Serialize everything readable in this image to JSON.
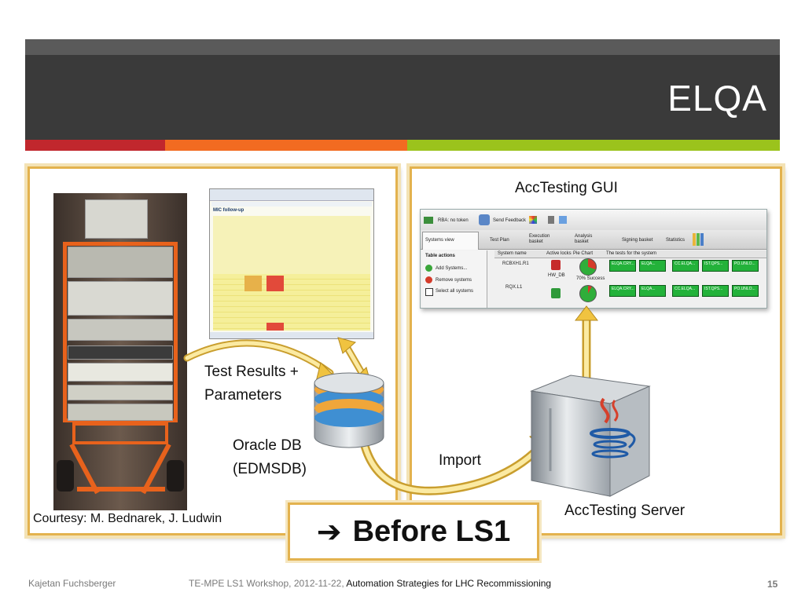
{
  "slide": {
    "title": "ELQA",
    "accent_colors": [
      "#c1272d",
      "#f26b21",
      "#9bc31c"
    ]
  },
  "left_panel": {
    "thumbnail": {
      "heading": "MIC follow-up"
    },
    "arrow_label_line1": "Test Results +",
    "arrow_label_line2": "Parameters",
    "db_label_line1": "Oracle DB",
    "db_label_line2": "(EDMSDB)",
    "courtesy": "Courtesy: M. Bednarek, J. Ludwin"
  },
  "right_panel": {
    "gui_title": "AccTesting GUI",
    "gui": {
      "rba_label": "RBA: no token",
      "send_feedback": "Send Feedback",
      "tabs": [
        "Systems view",
        "Test Plan",
        "Execution basket",
        "Analysis basket",
        "Signing basket",
        "Statistics"
      ],
      "actions_header": "Table actions",
      "actions": [
        "Add Systems...",
        "Remove systems",
        "Select all systems"
      ],
      "columns": [
        "System name",
        "Active locks",
        "Pie Chart",
        "The tests for the system"
      ],
      "systems": [
        "RCBXH1.R1",
        "RQX.L1"
      ],
      "lock_label": "HW_DB",
      "success_label": "70% Success",
      "row1_tiles": [
        "ELQA.CRY...",
        "ELQA...",
        "CC.ELQA...",
        "IST.QPS...",
        "PO.UNLO..."
      ],
      "row2_tiles": [
        "ELQA.CRY...",
        "ELQA...",
        "CC.ELQA...",
        "IST.QPS...",
        "PO.UNLO..."
      ]
    },
    "import_label": "Import",
    "server_label": "AccTesting Server"
  },
  "banner": {
    "arrow": "➔",
    "text": "Before LS1"
  },
  "footer": {
    "author": "Kajetan Fuchsberger",
    "event": "TE-MPE LS1 Workshop, 2012-11-22, ",
    "title": "Automation Strategies for LHC Recommissioning",
    "page": "15"
  }
}
